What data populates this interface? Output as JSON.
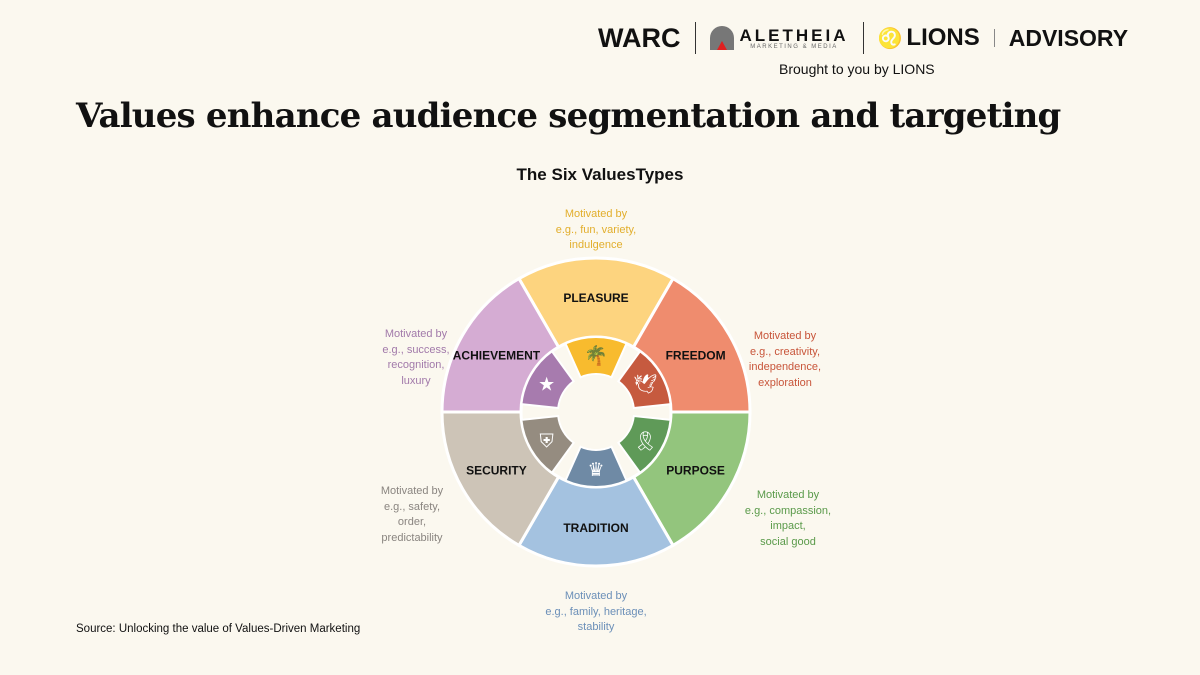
{
  "header": {
    "logos": {
      "warc": "WARC",
      "aletheia": "ALETHEIA",
      "aletheia_sub": "MARKETING & MEDIA",
      "lions": "LIONS",
      "advisory": "ADVISORY"
    },
    "brought_by": "Brought to you by LIONS"
  },
  "title": "Values enhance audience segmentation and targeting",
  "diagram": {
    "title": "The Six ValuesTypes",
    "segments": [
      {
        "name": "PLEASURE",
        "icon": "palm-tree-icon",
        "outer": "#fdd47f",
        "inner": "#f8bb2e",
        "text": "#e2ae2c",
        "lines": [
          "Motivated by",
          "e.g., fun, variety,",
          "indulgence"
        ]
      },
      {
        "name": "FREEDOM",
        "icon": "bird-icon",
        "outer": "#ef8c6e",
        "inner": "#c65a3f",
        "text": "#c8553a",
        "lines": [
          "Motivated by",
          "e.g., creativity,",
          "independence,",
          "exploration"
        ]
      },
      {
        "name": "PURPOSE",
        "icon": "ribbon-icon",
        "outer": "#93c57d",
        "inner": "#5f9a58",
        "text": "#5a9a4a",
        "lines": [
          "Motivated by",
          "e.g., compassion,",
          "impact,",
          "social good"
        ]
      },
      {
        "name": "TRADITION",
        "icon": "crown-icon",
        "outer": "#a4c2e0",
        "inner": "#6f8aa5",
        "text": "#6b8fb8",
        "lines": [
          "Motivated by",
          "e.g., family, heritage,",
          "stability"
        ]
      },
      {
        "name": "SECURITY",
        "icon": "shield-icon",
        "outer": "#cdc4b7",
        "inner": "#958c80",
        "text": "#8a8580",
        "lines": [
          "Motivated by",
          "e.g., safety,",
          "order,",
          "predictability"
        ]
      },
      {
        "name": "ACHIEVEMENT",
        "icon": "star-icon",
        "outer": "#d5acd3",
        "inner": "#a77bae",
        "text": "#a27aaa",
        "lines": [
          "Motivated by",
          "e.g., success,",
          "recognition,",
          "luxury"
        ]
      }
    ]
  },
  "source": "Source: Unlocking the value of Values-Driven Marketing"
}
